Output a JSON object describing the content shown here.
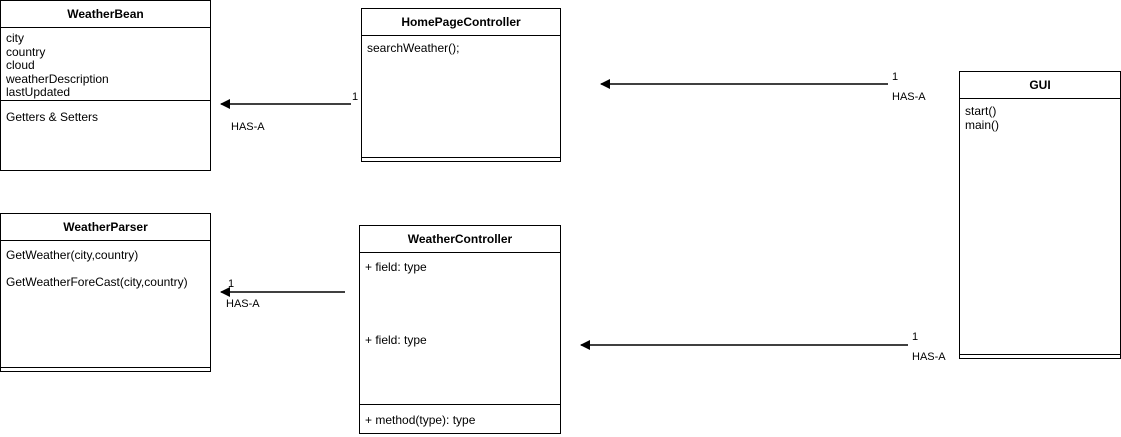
{
  "classes": {
    "weather_bean": {
      "name": "WeatherBean",
      "attributes": [
        "city",
        "country",
        "cloud",
        "weatherDescription",
        "lastUpdated"
      ],
      "methods": [
        "Getters & Setters"
      ]
    },
    "homepage_controller": {
      "name": "HomePageController",
      "methods": [
        "searchWeather();"
      ]
    },
    "gui": {
      "name": "GUI",
      "methods": [
        "start()",
        "main()"
      ]
    },
    "weather_parser": {
      "name": "WeatherParser",
      "methods": [
        "GetWeather(city,country)",
        "GetWeatherForeCast(city,country)"
      ]
    },
    "weather_controller": {
      "name": "WeatherController",
      "fields": [
        "+ field: type",
        "+ field: type"
      ],
      "methods": [
        "+ method(type): type"
      ]
    }
  },
  "associations": [
    {
      "from": "HomePageController",
      "to": "WeatherBean",
      "multiplicity": "1",
      "label": "HAS-A"
    },
    {
      "from": "GUI",
      "to": "HomePageController",
      "multiplicity": "1",
      "label": "HAS-A"
    },
    {
      "from": "WeatherController",
      "to": "WeatherParser",
      "multiplicity": "1",
      "label": "HAS-A"
    },
    {
      "from": "GUI",
      "to": "WeatherController",
      "multiplicity": "1",
      "label": "HAS-A"
    }
  ]
}
